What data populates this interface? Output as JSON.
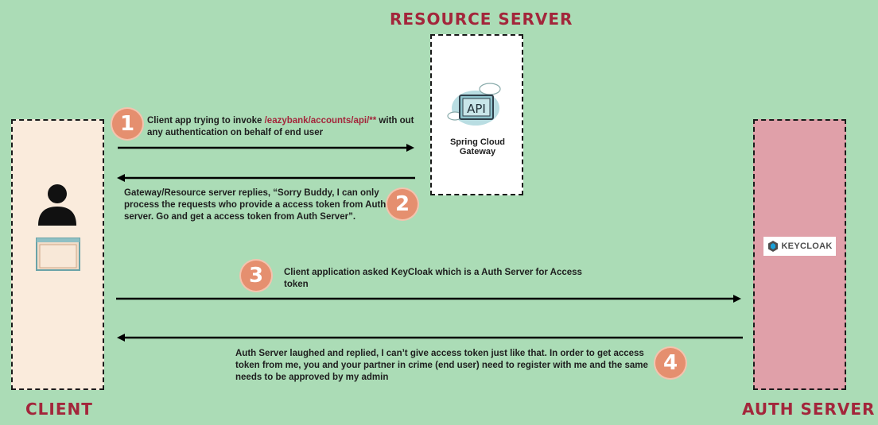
{
  "titles": {
    "resource_server": "RESOURCE SERVER",
    "client": "CLIENT",
    "auth_server": "AUTH SERVER"
  },
  "gateway": {
    "api_label": "API",
    "name": "Spring Cloud Gateway"
  },
  "auth_logo": {
    "text": "KEYCLOAK"
  },
  "steps": [
    {
      "number": "1",
      "text_before": "Client app trying to invoke ",
      "highlight": "/eazybank/accounts/api/**",
      "text_after": " with out any authentication on behalf of end user"
    },
    {
      "number": "2",
      "text": "Gateway/Resource server replies, “Sorry Buddy, I can only process the requests who provide a access token from Auth server. Go and get a access token from Auth Server”."
    },
    {
      "number": "3",
      "text": "Client application asked KeyCloak which is a Auth Server for Access token"
    },
    {
      "number": "4",
      "text": "Auth Server laughed and replied, I can’t give access token just like that. In order to get access token from me, you and your partner in crime (end user) need to register with me and the same needs to be approved by my admin"
    }
  ],
  "colors": {
    "background": "#abdcb6",
    "title": "#a3263b",
    "client_box": "#faebdc",
    "resource_box": "#ffffff",
    "auth_box": "#e0a0a9",
    "badge": "#e58f6f"
  },
  "icons": {
    "user": "person-icon",
    "browser": "browser-window-icon",
    "api": "api-cloud-icon",
    "keycloak": "keycloak-logo-icon"
  }
}
